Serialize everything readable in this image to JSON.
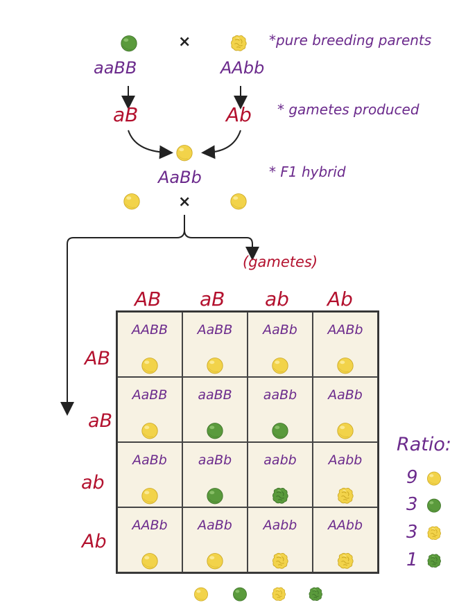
{
  "parents": {
    "left_genotype": "aaBB",
    "right_genotype": "AAbb",
    "cross_symbol": "×",
    "note": "*pure breeding parents",
    "left_pea": "green-round",
    "right_pea": "yellow-wrinkled"
  },
  "gametes_row": {
    "left": "aB",
    "right": "Ab",
    "note": "* gametes produced"
  },
  "f1": {
    "genotype": "AaBb",
    "note": "* F1 hybrid",
    "pea": "yellow-round",
    "cross_symbol": "×"
  },
  "gametes_label": "(gametes)",
  "punnett": {
    "column_headers": [
      "AB",
      "aB",
      "ab",
      "Ab"
    ],
    "row_headers": [
      "AB",
      "aB",
      "ab",
      "Ab"
    ],
    "cells": [
      [
        {
          "genotype": "AABB",
          "pea": "yellow-round"
        },
        {
          "genotype": "AaBB",
          "pea": "yellow-round"
        },
        {
          "genotype": "AaBb",
          "pea": "yellow-round"
        },
        {
          "genotype": "AABb",
          "pea": "yellow-round"
        }
      ],
      [
        {
          "genotype": "AaBB",
          "pea": "yellow-round"
        },
        {
          "genotype": "aaBB",
          "pea": "green-round"
        },
        {
          "genotype": "aaBb",
          "pea": "green-round"
        },
        {
          "genotype": "AaBb",
          "pea": "yellow-round"
        }
      ],
      [
        {
          "genotype": "AaBb",
          "pea": "yellow-round"
        },
        {
          "genotype": "aaBb",
          "pea": "green-round"
        },
        {
          "genotype": "aabb",
          "pea": "green-wrinkled"
        },
        {
          "genotype": "Aabb",
          "pea": "yellow-wrinkled"
        }
      ],
      [
        {
          "genotype": "AABb",
          "pea": "yellow-round"
        },
        {
          "genotype": "AaBb",
          "pea": "yellow-round"
        },
        {
          "genotype": "Aabb",
          "pea": "yellow-wrinkled"
        },
        {
          "genotype": "AAbb",
          "pea": "yellow-wrinkled"
        }
      ]
    ]
  },
  "ratio": {
    "title": "Ratio:",
    "items": [
      {
        "count": "9",
        "pea": "yellow-round"
      },
      {
        "count": "3",
        "pea": "green-round"
      },
      {
        "count": "3",
        "pea": "yellow-wrinkled"
      },
      {
        "count": "1",
        "pea": "green-wrinkled"
      }
    ]
  },
  "bottom_peas": [
    "yellow-round",
    "green-round",
    "yellow-wrinkled",
    "green-wrinkled"
  ],
  "colors": {
    "purple_text": "#6b2a8c",
    "red_text": "#b3112e",
    "grid_bg": "#f7f2e3",
    "yellow_pea": "#f2d34a",
    "green_pea": "#5a9a3c"
  }
}
